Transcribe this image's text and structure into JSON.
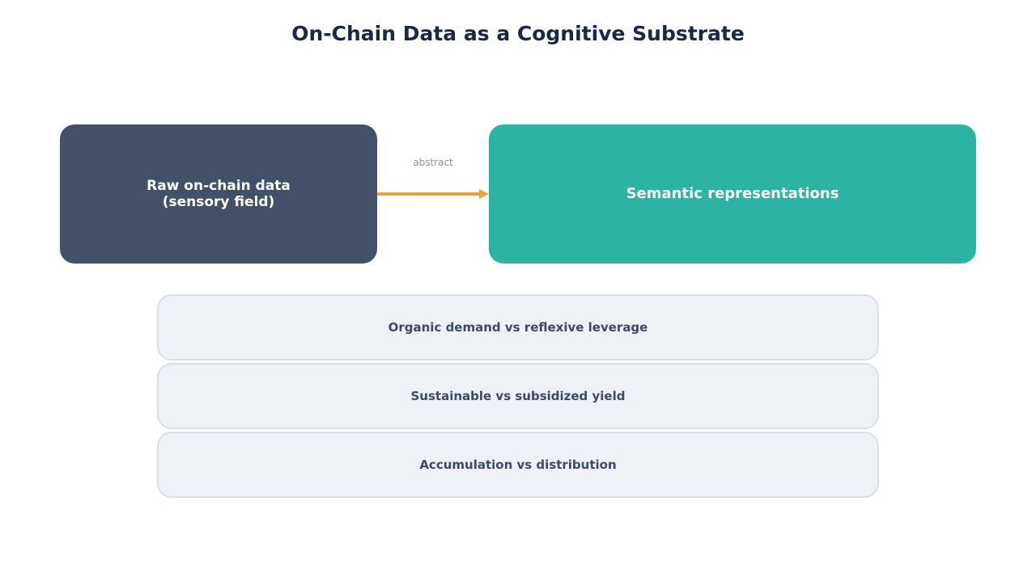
{
  "title": "On-Chain Data as a Cognitive Substrate",
  "nodes": {
    "raw": {
      "label": "Raw on-chain data\n(sensory field)",
      "color": "#435069"
    },
    "semantic": {
      "label": "Semantic representations",
      "color": "#2cb3a3"
    }
  },
  "edge": {
    "label": "abstract",
    "color": "#e8a23a"
  },
  "representations": [
    "Organic demand vs reflexive leverage",
    "Sustainable vs subsidized yield",
    "Accumulation vs distribution"
  ]
}
